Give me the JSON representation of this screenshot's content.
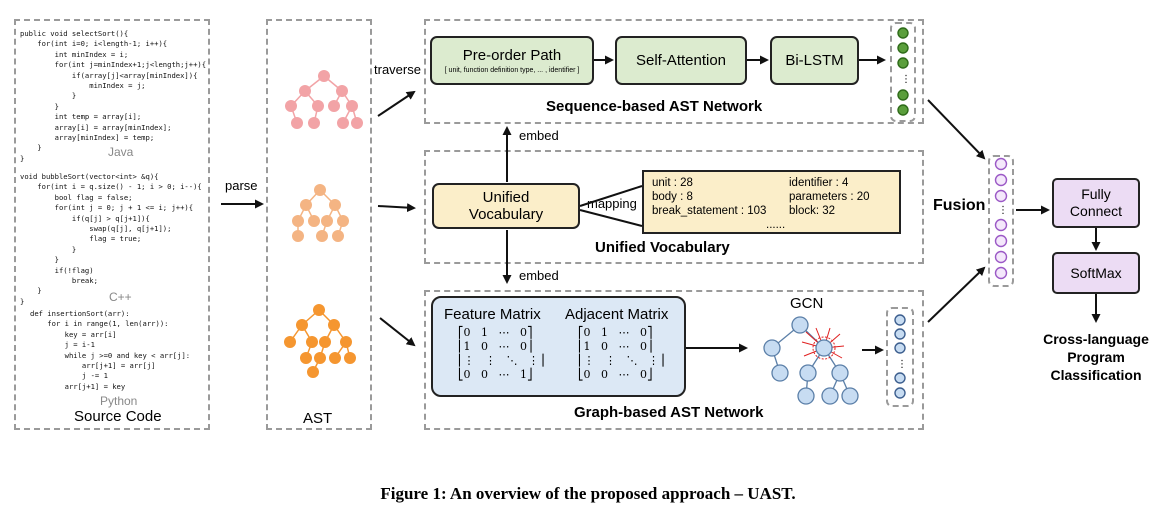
{
  "source": {
    "java_code": "public void selectSort(){\n    for(int i=0; i<length-1; i++){\n        int minIndex = i;\n        for(int j=minIndex+1;j<length;j++){\n            if(array[j]<array[minIndex]){\n                minIndex = j;\n            }\n        }\n        int temp = array[i];\n        array[i] = array[minIndex];\n        array[minIndex] = temp;\n    }\n}",
    "java_label": "Java",
    "cpp_code": "void bubbleSort(vector<int> &q){\n    for(int i = q.size() - 1; i > 0; i--){\n        bool flag = false;\n        for(int j = 0; j + 1 <= i; j++){\n            if(q[j] > q[j+1]){\n                swap(q[j], q[j+1]);\n                flag = true;\n            }\n        }\n        if(!flag)\n            break;\n    }\n}",
    "cpp_label": "C++",
    "python_code": "def insertionSort(arr):\n    for i in range(1, len(arr)):\n        key = arr[i]\n        j = i-1\n        while j >=0 and key < arr[j]:\n            arr[j+1] = arr[j]\n            j -= 1\n        arr[j+1] = key",
    "python_label": "Python",
    "title": "Source Code"
  },
  "edges": {
    "parse": "parse",
    "traverse": "traverse",
    "embed_top": "embed",
    "embed_bottom": "embed",
    "mapping": "mapping"
  },
  "ast": {
    "title": "AST"
  },
  "sequence": {
    "preorder_title": "Pre-order Path",
    "preorder_sub": "[ unit, function definition type, ... , identifier ]",
    "self_attention": "Self-Attention",
    "bilstm": "Bi-LSTM",
    "title": "Sequence-based AST Network"
  },
  "vocab": {
    "box_label": "Unified Vocabulary",
    "title": "Unified Vocabulary",
    "entries": [
      "unit : 28",
      "identifier : 4",
      "body : 8",
      "parameters : 20",
      "break_statement : 103",
      "block: 32"
    ],
    "ellipsis": "......"
  },
  "graph": {
    "feature_title": "Feature Matrix",
    "adjacent_title": "Adjacent Matrix",
    "feature_matrix": "⎡0   1   ⋯   0⎤\n⎢1   0   ⋯   0⎥\n⎢⋮   ⋮   ⋱   ⋮⎥\n⎣0   0   ⋯   1⎦",
    "adjacent_matrix": "⎡0   1   ⋯   0⎤\n⎢1   0   ⋯   0⎥\n⎢⋮   ⋮   ⋱   ⋮⎥\n⎣0   0   ⋯   0⎦",
    "gcn": "GCN",
    "title": "Graph-based AST Network"
  },
  "head": {
    "fusion": "Fusion",
    "fully_connect": "Fully Connect",
    "softmax": "SoftMax",
    "output": "Cross-language Program Classification"
  },
  "caption": "Figure 1: An overview of the proposed approach – UAST.",
  "colors": {
    "tree_top": "#f2a3a6",
    "tree_mid": "#f4b483",
    "tree_bottom": "#f59630",
    "green_node": "#5a9e3b",
    "purple_node": "#c08be0",
    "blue_node": "#c7dcf2",
    "vocab_fill": "#fbeec9",
    "matrix_fill": "#dce8f5",
    "purple_fill": "#ecdcf4",
    "green_fill": "#dcebcf"
  }
}
